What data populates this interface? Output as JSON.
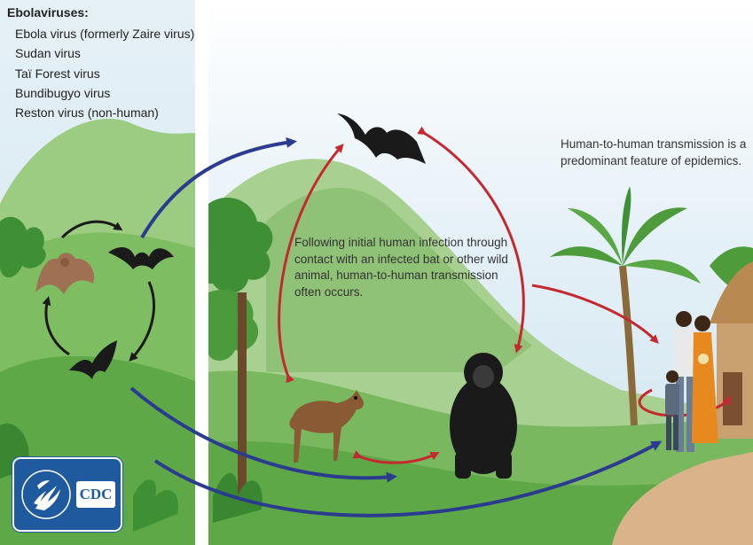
{
  "panel": {
    "title": "Ebolaviruses:",
    "viruses": [
      "Ebola virus (formerly Zaire virus)",
      "Sudan virus",
      "Taï Forest virus",
      "Bundibugyo virus",
      "Reston virus (non-human)"
    ]
  },
  "description": "Following initial human infection through contact with an infected bat or other wild animal, human-to-human transmission often occurs.",
  "human_to_human": "Human-to-human transmission is a predominant feature of epidemics.",
  "logo": {
    "text": "CDC"
  },
  "colors": {
    "sky": "#dcebf3",
    "hill": "#8cc074",
    "grass": "#5fa845",
    "red_arrow": "#c5282f",
    "blue_arrow": "#2b3b8f",
    "black_arrow": "#1a1a1a",
    "cdc_blue": "#1f5a9e"
  },
  "icons": [
    "bat-icon",
    "fruit-bat-icon",
    "duiker-icon",
    "chimpanzee-icon",
    "family-icon",
    "palm-tree-icon",
    "hut-icon",
    "hhs-eagle-icon"
  ]
}
